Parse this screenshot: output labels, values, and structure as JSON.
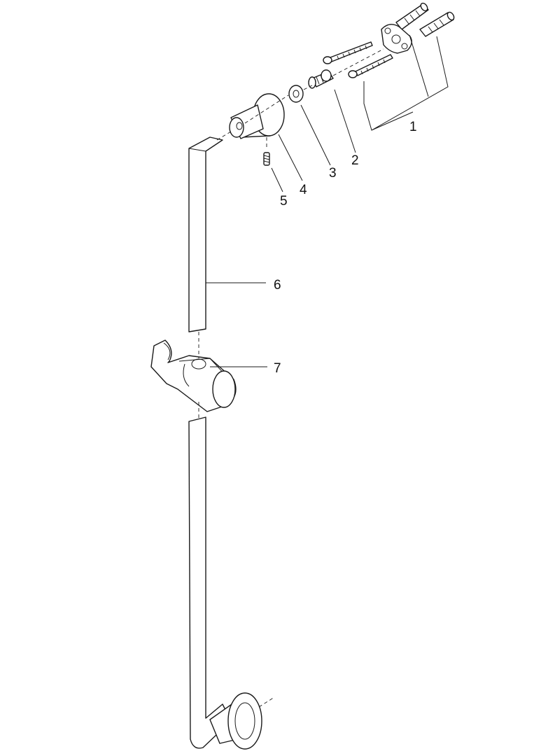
{
  "callouts": {
    "p1": "1",
    "p2": "2",
    "p3": "3",
    "p4": "4",
    "p5": "5",
    "p6": "6",
    "p7": "7"
  }
}
